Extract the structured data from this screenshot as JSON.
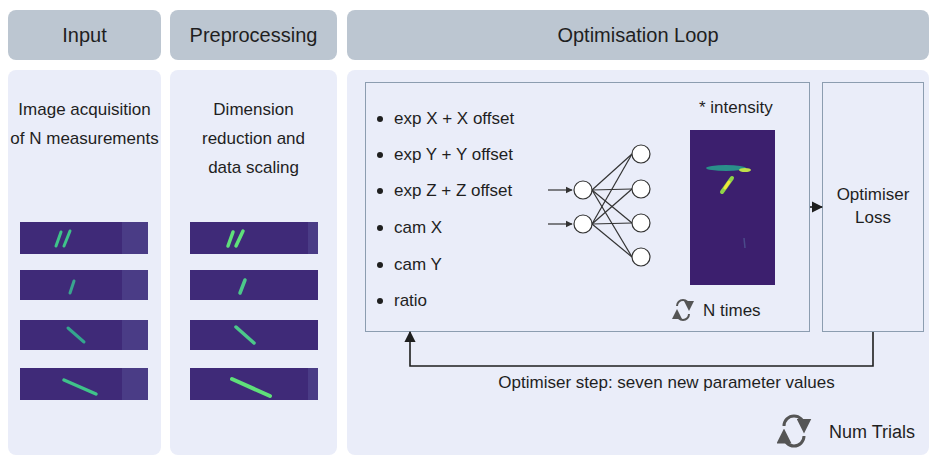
{
  "diagram": {
    "nodes": [
      {
        "text": [
          "Input"
        ]
      },
      {
        "text": [
          "Image acquisition of N measurements"
        ]
      },
      {
        "text": [
          "Preprocessing"
        ]
      },
      {
        "text": [
          "Dimension reduction and data scaling"
        ]
      },
      {
        "text": [
          "Optimisation Loop"
        ]
      },
      {
        "text": [
          "Num Trials"
        ]
      },
      {
        "text": [
          "exp X + X offset",
          "exp Y + Y offset",
          "exp Z + Z offset",
          "cam X",
          "cam Y",
          "ratio",
          "* intensity",
          "N times"
        ],
        "in": 5
      },
      {
        "text": [
          "Optimiser Loss"
        ],
        "in": 5
      }
    ],
    "edges": [
      {
        "from": 6,
        "to": 7,
        "arrow": "to"
      },
      {
        "from": 7,
        "to": 6,
        "label": "Optimiser step: seven new parameter values",
        "arrow": "to"
      }
    ]
  }
}
